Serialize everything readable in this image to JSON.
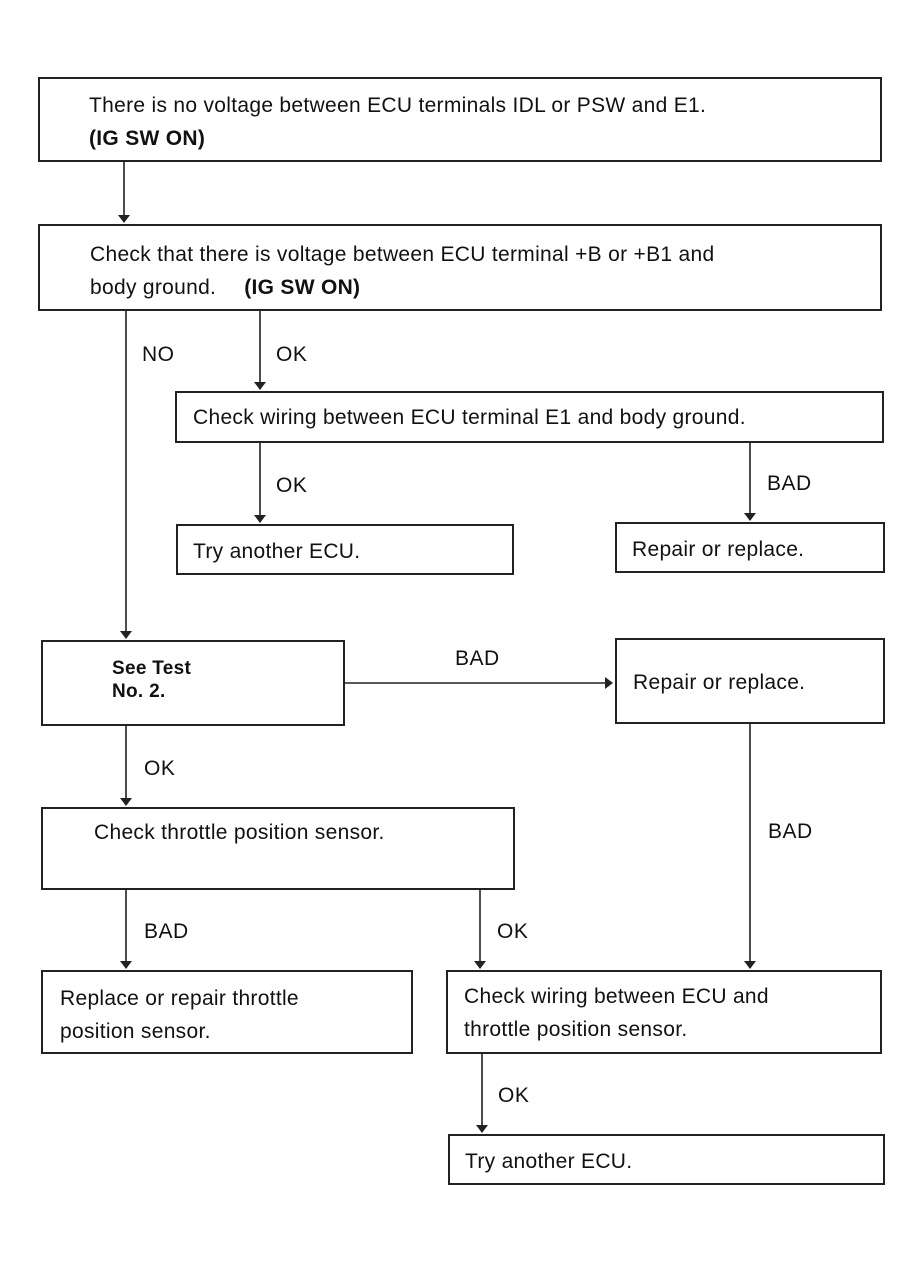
{
  "boxes": {
    "b1": {
      "lines": [
        "There is no voltage between ECU terminals IDL or PSW and E1."
      ],
      "bold": "(IG SW ON)"
    },
    "b2": {
      "lines": [
        "Check that there is voltage between ECU terminal +B or +B1 and",
        "body ground."
      ],
      "bold": "(IG SW ON)"
    },
    "b3": {
      "text": "Check wiring between ECU terminal E1 and body ground."
    },
    "b4": {
      "text": "Try another ECU."
    },
    "b5": {
      "text": "Repair or replace."
    },
    "b6": {
      "lines": [
        "See Test",
        "No. 2."
      ]
    },
    "b7": {
      "text": "Repair or replace."
    },
    "b8": {
      "text": "Check throttle position sensor."
    },
    "b9": {
      "lines": [
        "Replace or repair throttle",
        "position sensor."
      ]
    },
    "b10": {
      "lines": [
        "Check wiring between ECU and",
        "throttle position sensor."
      ]
    },
    "b11": {
      "text": "Try another ECU."
    }
  },
  "labels": {
    "no": "NO",
    "ok1": "OK",
    "ok2": "OK",
    "bad1": "BAD",
    "bad2": "BAD",
    "ok3": "OK",
    "bad3": "BAD",
    "bad4": "BAD",
    "ok4": "OK",
    "ok5": "OK"
  }
}
